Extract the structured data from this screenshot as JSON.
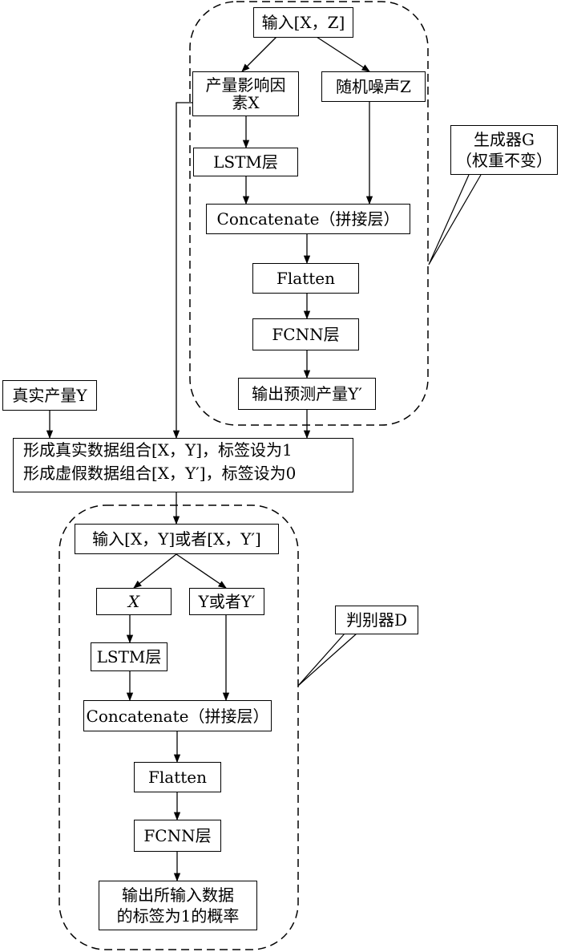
{
  "generator": {
    "input": "输入[X，Z]",
    "factor": [
      "产量影响因",
      "素X"
    ],
    "noise": "随机噪声Z",
    "lstm": "LSTM层",
    "concat": "Concatenate（拼接层）",
    "flatten": "Flatten",
    "fcnn": "FCNN层",
    "output": "输出预测产量Y′",
    "label": [
      "生成器G",
      "（权重不变）"
    ]
  },
  "real_yield": "真实产量Y",
  "combine": [
    "形成真实数据组合[X，Y]，标签设为1",
    "形成虚假数据组合[X，Y′]，标签设为0"
  ],
  "discriminator": {
    "input": "输入[X，Y]或者[X，Y′]",
    "x": "X",
    "y": "Y或者Y′",
    "lstm": "LSTM层",
    "concat": "Concatenate（拼接层）",
    "flatten": "Flatten",
    "fcnn": "FCNN层",
    "output": [
      "输出所输入数据",
      "的标签为1的概率"
    ],
    "label": "判别器D"
  }
}
